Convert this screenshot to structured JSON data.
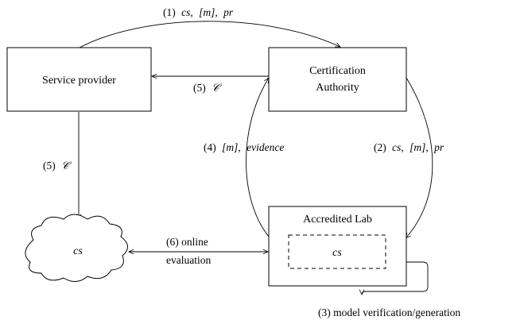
{
  "nodes": {
    "service_provider": "Service provider",
    "certification_authority_line1": "Certification",
    "certification_authority_line2": "Authority",
    "accredited_lab": "Accredited Lab",
    "lab_inner": "cs",
    "cloud": "cs"
  },
  "edges": {
    "e1": {
      "num": "(1)",
      "a": "cs",
      "b": "[m]",
      "c": "pr"
    },
    "e2": {
      "num": "(2)",
      "a": "cs",
      "b": "[m]",
      "c": "pr"
    },
    "e3": {
      "text": "(3) model verification/generation"
    },
    "e4": {
      "num": "(4)",
      "a": "[m]",
      "b": "evidence"
    },
    "e5_top": {
      "num": "(5)",
      "sym": "𝒞"
    },
    "e5_left": {
      "num": "(5)",
      "sym": "𝒞"
    },
    "e6": {
      "line1": "(6) online",
      "line2": "evaluation"
    }
  }
}
